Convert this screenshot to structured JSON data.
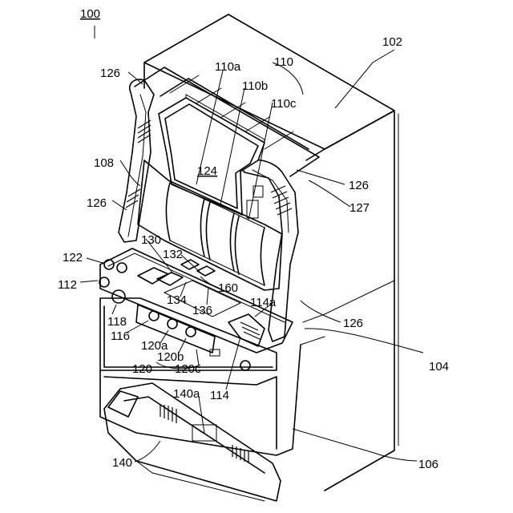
{
  "labels": {
    "fig": "100",
    "cabinet": "102",
    "lower_panel_side": "104",
    "front_door": "106",
    "window_frame": "108",
    "reels": "110",
    "reel_left": "110a",
    "reel_center": "110b",
    "reel_right": "110c",
    "control_panel": "112",
    "token_slot": "114",
    "token_slot_a": "114a",
    "bet_button": "116",
    "lever": "118",
    "stop_buttons": "120",
    "stop_a": "120a",
    "stop_b": "120b",
    "stop_c": "120c",
    "indicator": "122",
    "display": "124",
    "speaker_top_left": "126",
    "speaker_mid_left": "126",
    "speaker_mid_right": "126",
    "speaker_low_right": "126",
    "lamp": "127",
    "credit_display": "130",
    "payout_display": "132",
    "button_134": "134",
    "button_136": "136",
    "tray": "140",
    "tray_a": "140a",
    "panel_160": "160"
  }
}
